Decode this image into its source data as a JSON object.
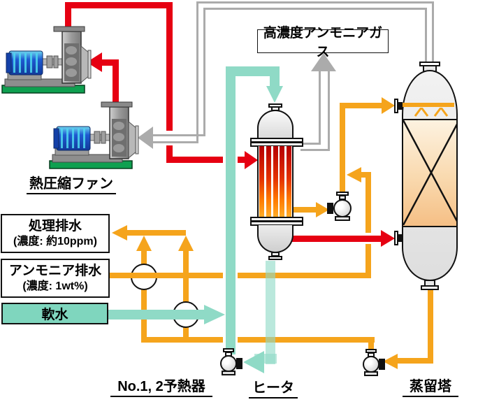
{
  "labels": {
    "fan_unit": "熱圧縮ファン",
    "gas_callout": "高濃度アンモニアガス",
    "preheaters": "No.1, 2予熱器",
    "heater": "ヒータ",
    "column": "蒸留塔"
  },
  "boxes": {
    "treated_water": {
      "title": "処理排水",
      "concentration": "(濃度: 約10ppm)"
    },
    "ammonia_water": {
      "title": "アンモニア排水",
      "concentration": "(濃度: 1wt%)"
    },
    "soft_water": {
      "title": "軟水"
    }
  },
  "colors": {
    "line_red": "#E60012",
    "line_orange": "#F5A41C",
    "line_teal": "#8FDAC6",
    "line_gray": "#ABABAB",
    "box_teal": "#7FD6BE",
    "base_green": "#0FA050",
    "motor_blue": "#1E5AD2"
  }
}
